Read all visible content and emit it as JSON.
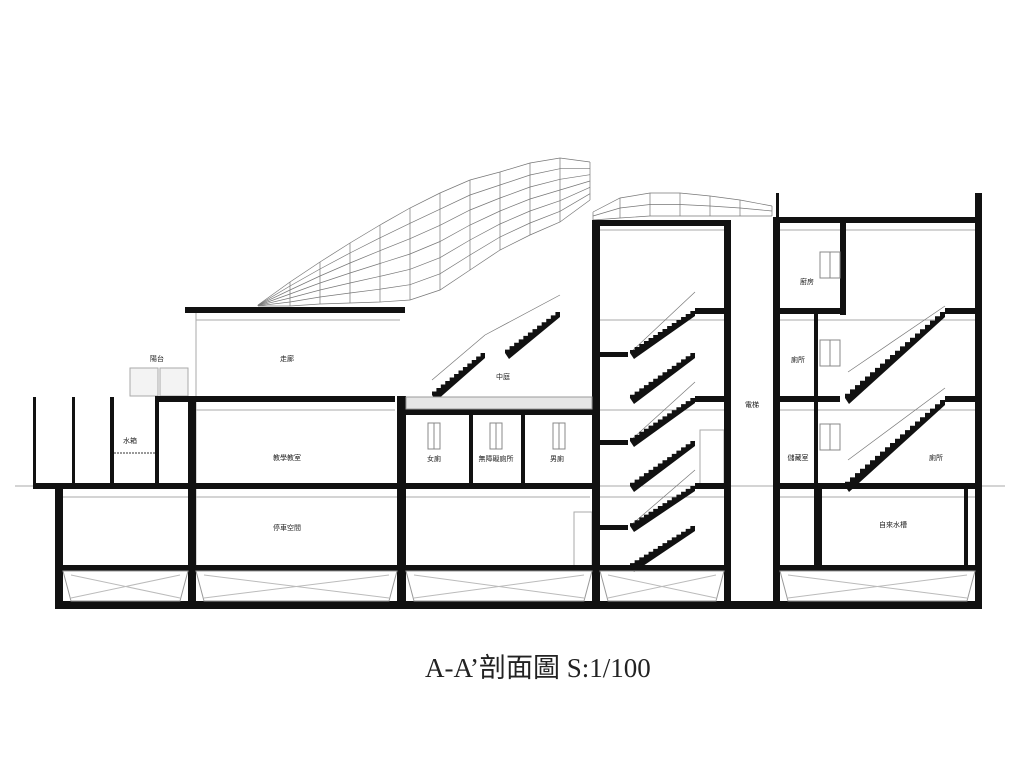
{
  "title": "A-A’剖面圖 S:1/100",
  "rooms": {
    "balcony": "陽台",
    "corridor": "走廊",
    "water_tank_left": "水箱",
    "classroom": "教學教室",
    "parking": "停車空間",
    "courtyard": "中庭",
    "womens_restroom": "女廁",
    "accessible_restroom": "無障礙廁所",
    "mens_restroom": "男廁",
    "elevator": "電梯",
    "kitchen": "廚房",
    "restroom_upper": "廁所",
    "storage": "儲藏室",
    "restroom_lower": "廁所",
    "tap_water_tank": "自來水槽"
  },
  "colors": {
    "wall": "#111111",
    "line": "#999999"
  }
}
